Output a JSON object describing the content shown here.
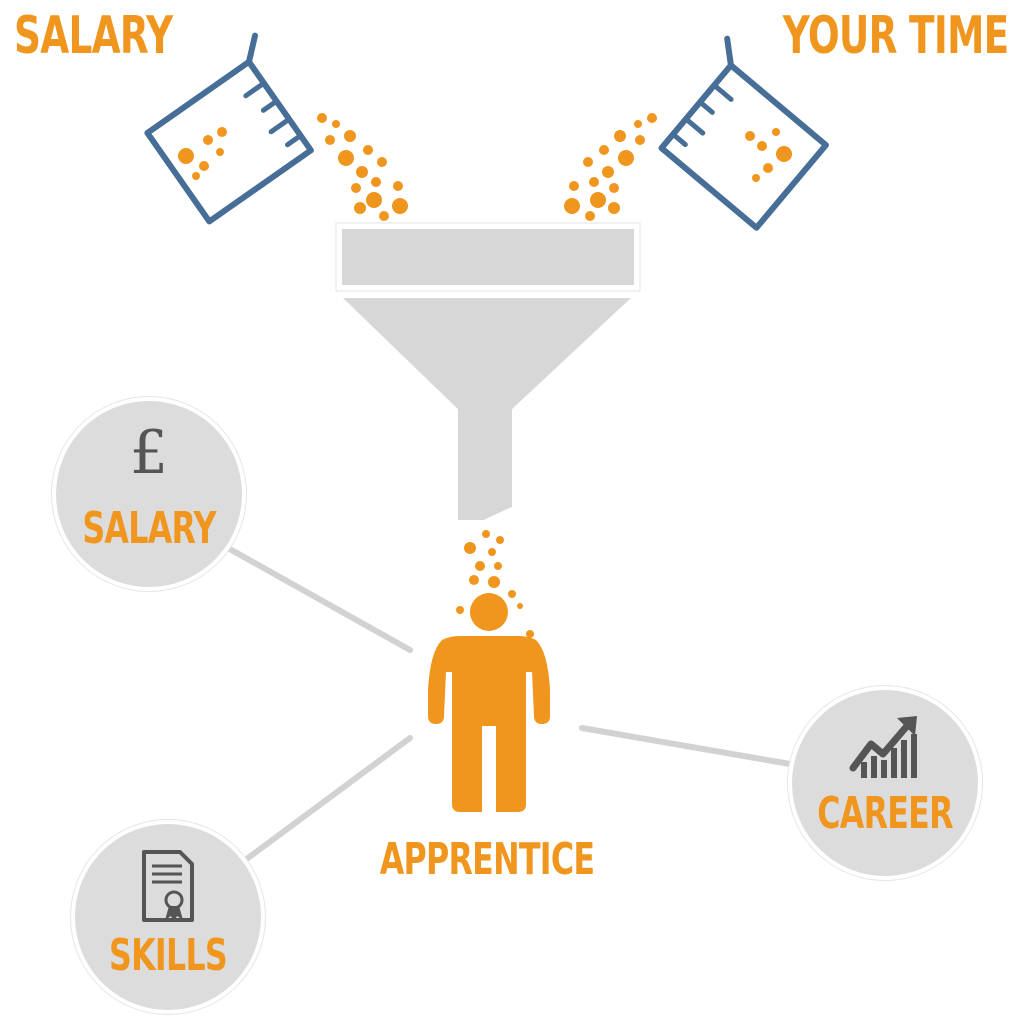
{
  "top_labels": {
    "left": "SALARY",
    "right": "YOUR TIME"
  },
  "center_label": "APPRENTICE",
  "circles": {
    "salary": {
      "label": "SALARY",
      "icon": "pound-sign-icon",
      "glyph": "£"
    },
    "skills": {
      "label": "SKILLS",
      "icon": "certificate-icon"
    },
    "career": {
      "label": "CAREER",
      "icon": "growth-chart-icon"
    }
  },
  "colors": {
    "accent": "#F0961E",
    "beaker": "#466E96",
    "funnel": "#D7D7D7",
    "circle": "#DCDCDC",
    "icon": "#555555",
    "connector": "#D2D2D2"
  }
}
